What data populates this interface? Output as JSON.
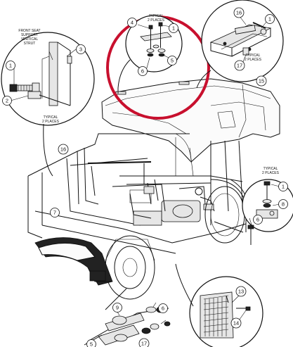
{
  "highlight_color": "#c8102e",
  "line_color": "#111111",
  "callout_numbers": {
    "n1_left": "1",
    "n2_left": "2",
    "n3": "3",
    "n4": "4",
    "n1_top": "1",
    "n5": "5",
    "n6_top": "6",
    "n16_top": "16",
    "n1_topright": "1",
    "n17_top": "17",
    "n15": "15",
    "n16_mid": "16",
    "n7": "7",
    "n1_right": "1",
    "n8": "8",
    "n6_right": "6",
    "n9": "9",
    "n6_bottom": "6",
    "n5_bottom": "5",
    "n17_bottom": "17",
    "n13": "13",
    "n14": "14"
  },
  "notes": {
    "front_seat_line1": "FRONT SEAT",
    "front_seat_line2": "SUPPORT",
    "front_seat_line3": "VERTICAL",
    "front_seat_line4": "STRUT",
    "typical2_left_line1": "TYPICAL",
    "typical2_left_line2": "2 PLACES",
    "typical2_top_line1": "TYPICAL",
    "typical2_top_line2": "2 PLACES",
    "typical2_topright_line1": "TYPICAL",
    "typical2_topright_line2": "2 PLACES",
    "typical2_right_line1": "TYPICAL",
    "typical2_right_line2": "2 PLACES"
  }
}
